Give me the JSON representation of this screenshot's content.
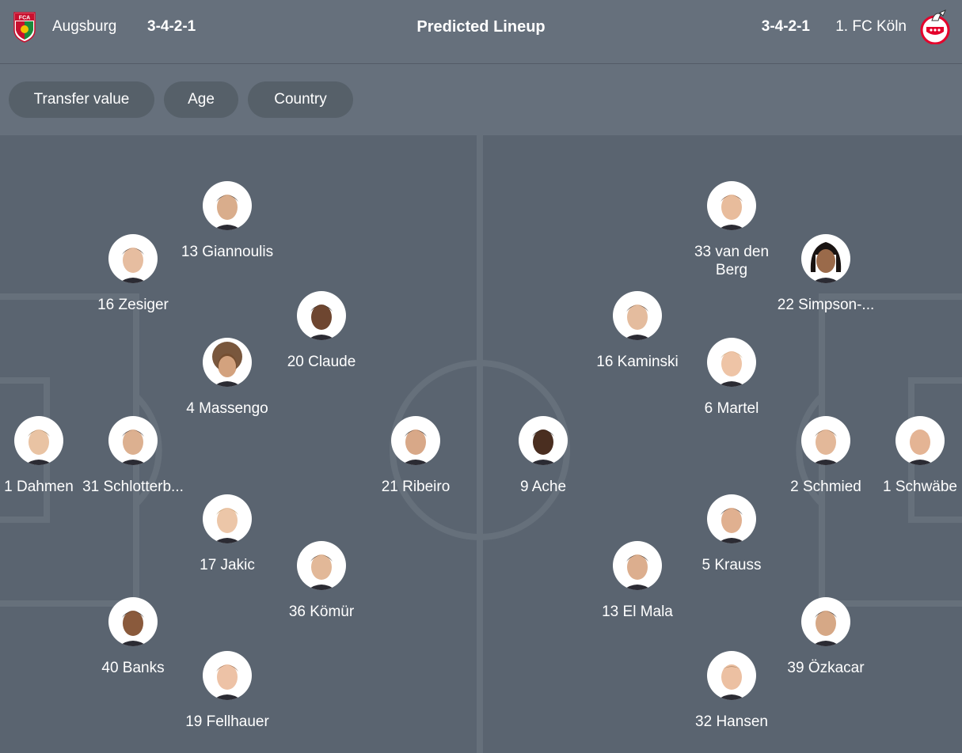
{
  "header": {
    "home_team": "Augsburg",
    "home_formation": "3-4-2-1",
    "title": "Predicted Lineup",
    "away_formation": "3-4-2-1",
    "away_team": "1. FC Köln",
    "home_crest_text": "FCA",
    "home_crest_colors": [
      "#c8102e",
      "#ffffff",
      "#1b8a3c"
    ],
    "away_crest_colors": [
      "#e4002b",
      "#ffffff"
    ]
  },
  "filters": {
    "transfer_value": "Transfer value",
    "age": "Age",
    "country": "Country"
  },
  "home_players": {
    "p1": "1 Dahmen",
    "p2": "16 Zesiger",
    "p3": "31 Schlotterb...",
    "p4": "40 Banks",
    "p5": "13 Giannoulis",
    "p6": "4 Massengo",
    "p7": "17 Jakic",
    "p8": "19 Fellhauer",
    "p9": "20 Claude",
    "p10": "36 Kömür",
    "p11": "21 Ribeiro"
  },
  "away_players": {
    "p1": "1 Schwäbe",
    "p2": "22 Simpson-...",
    "p3": "2 Schmied",
    "p4": "39 Özkacar",
    "p5": "33 van den Berg",
    "p6": "6 Martel",
    "p7": "5 Krauss",
    "p8": "32 Hansen",
    "p9": "16 Kaminski",
    "p10": "13 El Mala",
    "p11": "9 Ache"
  }
}
